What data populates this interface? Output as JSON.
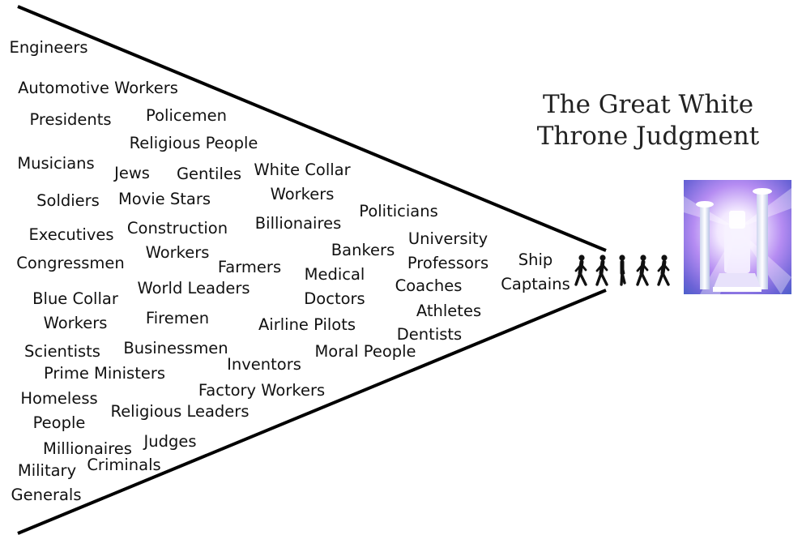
{
  "title": {
    "line1": "The Great White",
    "line2": "Throne Judgment"
  },
  "groups": [
    "Engineers",
    "Automotive Workers",
    "Presidents",
    "Policemen",
    "Religious People",
    "Musicians",
    "Jews",
    "Gentiles",
    "White Collar",
    "Workers",
    "Soldiers",
    "Movie Stars",
    "Politicians",
    "Billionaires",
    "Executives",
    "Construction",
    "Workers",
    "University",
    "Bankers",
    "Congressmen",
    "Farmers",
    "Medical",
    "Professors",
    "Ship",
    "Doctors",
    "World Leaders",
    "Coaches",
    "Captains",
    "Blue Collar",
    "Workers",
    "Athletes",
    "Firemen",
    "Airline Pilots",
    "Dentists",
    "Scientists",
    "Businessmen",
    "Moral People",
    "Inventors",
    "Prime Ministers",
    "Homeless",
    "People",
    "Factory Workers",
    "Religious Leaders",
    "Judges",
    "Millionaires",
    "Military",
    "Criminals",
    "Generals"
  ],
  "icons": {
    "walkers": "walking-people-icon",
    "throne": "white-throne-image"
  },
  "colors": {
    "lines": "#000000",
    "text": "#111111",
    "throne_glow": "#9a6cf0"
  }
}
